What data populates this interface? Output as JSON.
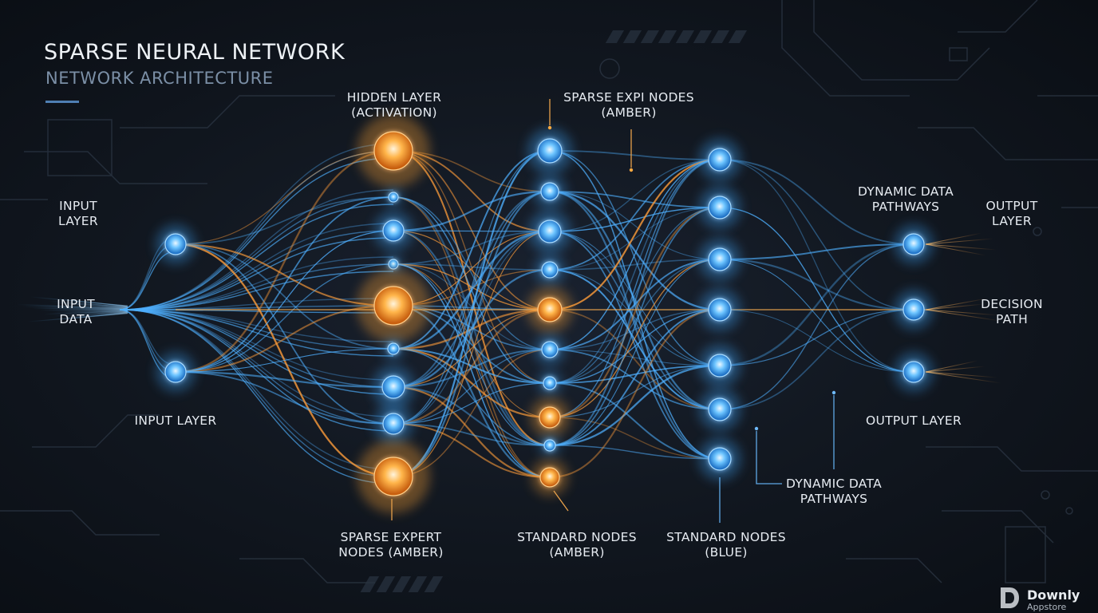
{
  "header": {
    "title": "SPARSE NEURAL NETWORK",
    "subtitle": "NETWORK ARCHITECTURE"
  },
  "labels": {
    "input_layer_top": [
      "INPUT",
      "LAYER"
    ],
    "input_data": [
      "INPUT",
      "DATA"
    ],
    "input_layer_bottom": "INPUT LAYER",
    "hidden_layer": [
      "HIDDEN LAYER",
      "(ACTIVATION)"
    ],
    "sparse_expi_nodes": [
      "SPARSE EXPI NODES",
      "(AMBER)"
    ],
    "sparse_expert_nodes": [
      "SPARSE EXPERT",
      "NODES (AMBER)"
    ],
    "standard_nodes_amber": [
      "STANDARD NODES",
      "(AMBER)"
    ],
    "standard_nodes_blue": [
      "STANDARD NODES",
      "(BLUE)"
    ],
    "dynamic_data_pathways_top": [
      "DYNAMIC DATA",
      "PATHWAYS"
    ],
    "dynamic_data_pathways_bottom": [
      "DYNAMIC DATA",
      "PATHWAYS"
    ],
    "output_layer_top": [
      "OUTPUT",
      "LAYER"
    ],
    "decision_path": [
      "DECISION",
      "PATH"
    ],
    "output_layer_bottom": "OUTPUT LAYER"
  },
  "watermark": {
    "name": "Downly",
    "sub": "Appstore"
  },
  "colors": {
    "background": "#0d1117",
    "blue_node": "#3fa9ff",
    "amber_node": "#ffa436",
    "blue_path": "#4fb0ff",
    "amber_path": "#ff9d3a",
    "subtitle": "#7b8fa6"
  },
  "network": {
    "layers": [
      {
        "name": "input",
        "nodes": [
          "blue",
          "blue"
        ]
      },
      {
        "name": "hidden",
        "nodes": [
          "amber",
          "blue",
          "blue",
          "blue",
          "amber",
          "blue",
          "blue",
          "blue",
          "amber"
        ]
      },
      {
        "name": "middle",
        "nodes": [
          "blue",
          "blue",
          "blue",
          "blue",
          "amber",
          "blue",
          "blue",
          "amber",
          "blue",
          "amber"
        ]
      },
      {
        "name": "standard",
        "nodes": [
          "blue",
          "blue",
          "blue",
          "blue",
          "blue",
          "blue",
          "blue"
        ]
      },
      {
        "name": "output",
        "nodes": [
          "blue",
          "blue",
          "blue"
        ]
      }
    ]
  }
}
